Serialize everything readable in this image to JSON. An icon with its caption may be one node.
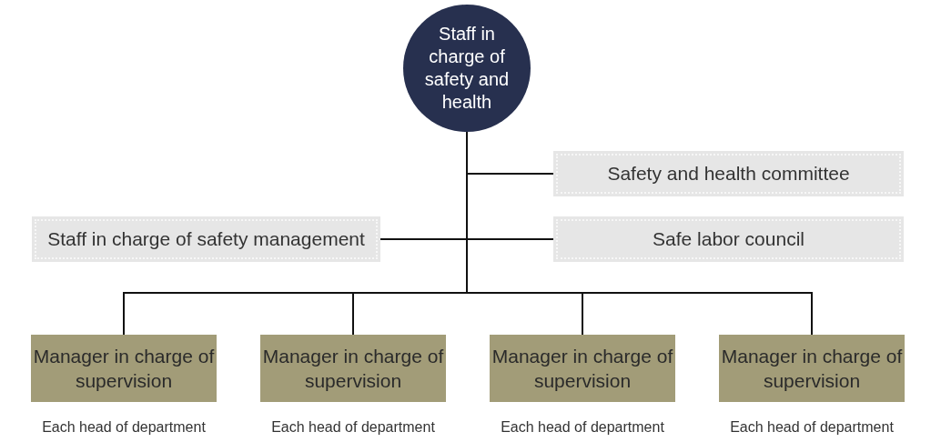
{
  "diagram": {
    "nodes": [
      {
        "text": [
          "Staff in charge of safety and health"
        ]
      },
      {
        "text": [
          "Safety and health committee"
        ]
      },
      {
        "text": [
          "Staff in charge of safety management"
        ]
      },
      {
        "text": [
          "Safe labor council"
        ]
      },
      {
        "text": [
          "Manager in charge of supervision"
        ],
        "beside": [
          "Each head of department"
        ]
      },
      {
        "text": [
          "Manager in charge of supervision"
        ],
        "beside": [
          "Each head of department"
        ]
      },
      {
        "text": [
          "Manager in charge of supervision"
        ],
        "beside": [
          "Each head of department"
        ]
      },
      {
        "text": [
          "Manager in charge of supervision"
        ],
        "beside": [
          "Each head of department"
        ]
      }
    ],
    "edges": [
      {
        "from": 0,
        "to": 1,
        "arrow": "none"
      },
      {
        "from": 0,
        "to": 2,
        "arrow": "none"
      },
      {
        "from": 0,
        "to": 3,
        "arrow": "none"
      },
      {
        "from": 0,
        "to": 4,
        "arrow": "none"
      },
      {
        "from": 0,
        "to": 5,
        "arrow": "none"
      },
      {
        "from": 0,
        "to": 6,
        "arrow": "none"
      },
      {
        "from": 0,
        "to": 7,
        "arrow": "none"
      }
    ]
  }
}
